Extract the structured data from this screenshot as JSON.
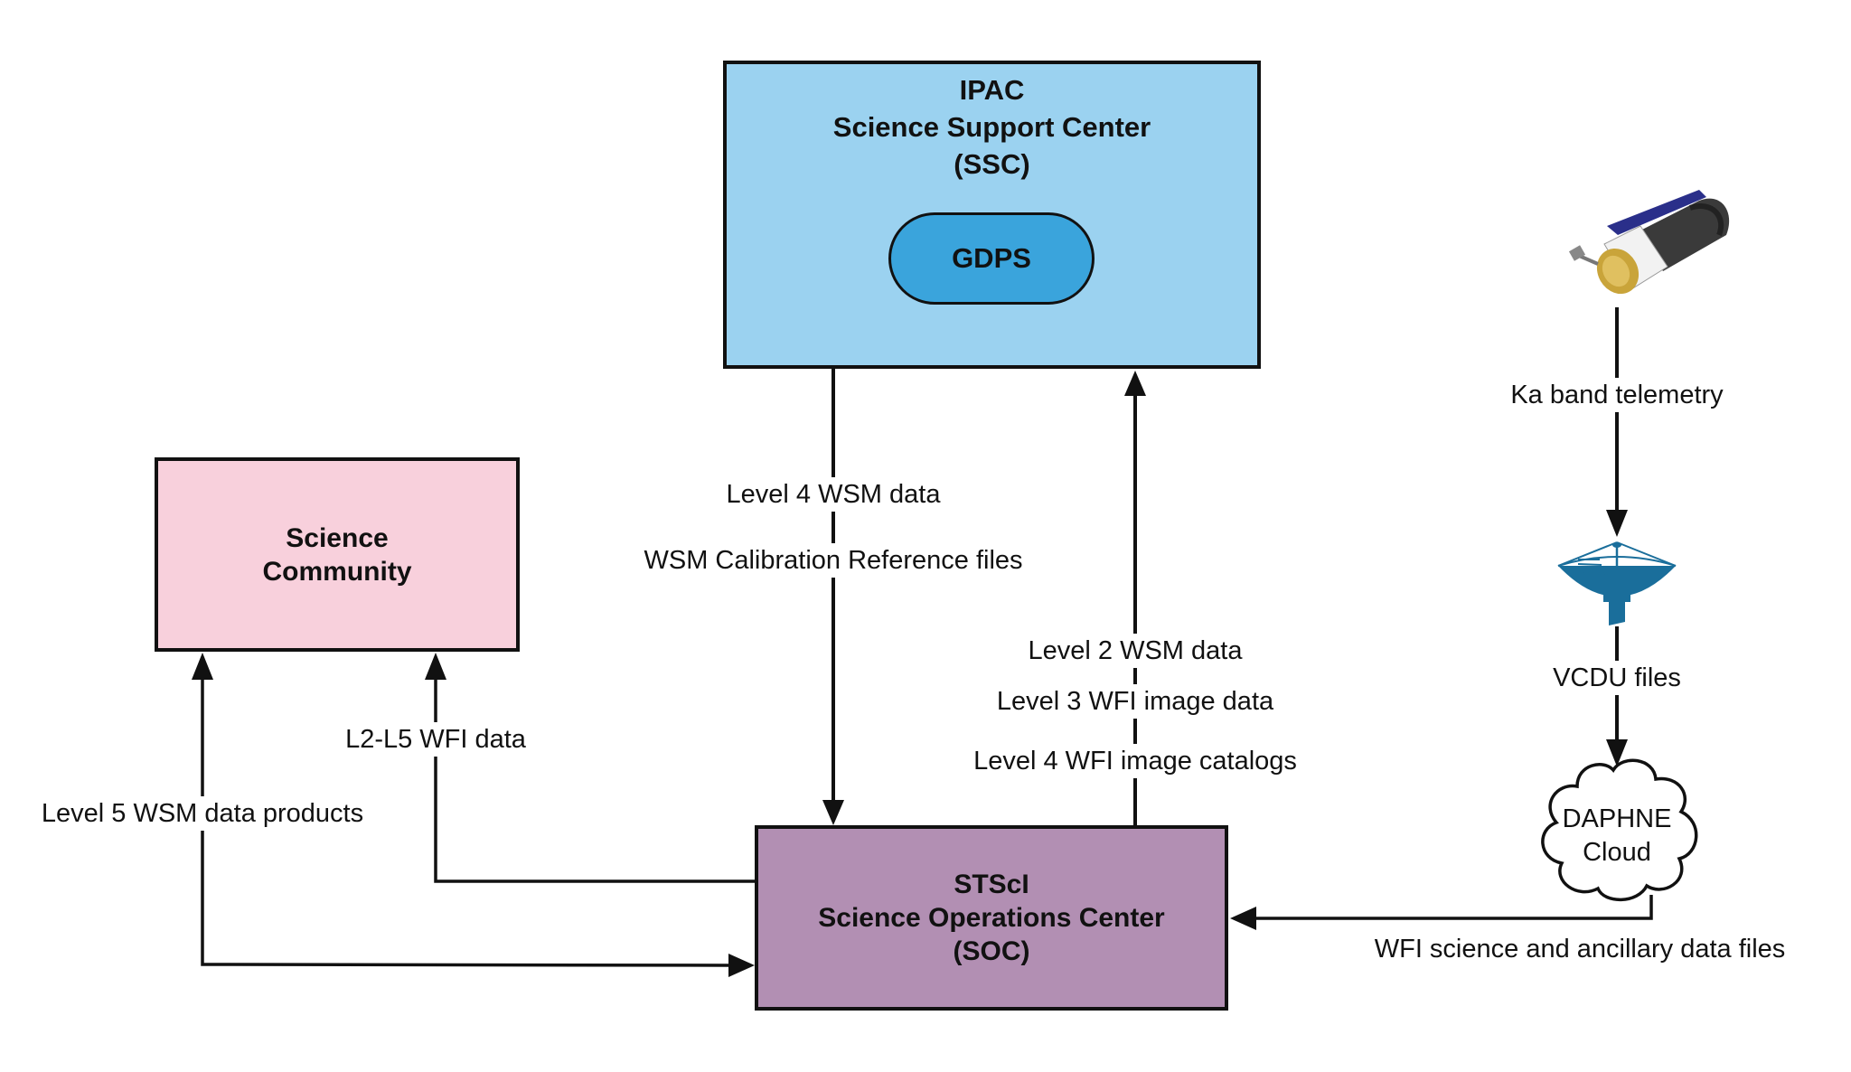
{
  "diagram": {
    "nodes": {
      "ipac": {
        "lines": [
          "IPAC",
          "Science Support Center",
          "(SSC)"
        ],
        "color": "#9bd2f0"
      },
      "gdps": {
        "label": "GDPS",
        "color": "#3aa4dc"
      },
      "community": {
        "lines": [
          "Science",
          "Community"
        ],
        "color": "#f8d0dc"
      },
      "soc": {
        "lines": [
          "STScI",
          "Science Operations Center",
          "(SOC)"
        ],
        "color": "#b28fb3"
      },
      "cloud": {
        "lines": [
          "DAPHNE",
          "Cloud"
        ]
      },
      "spacecraft": {
        "icon": "spacecraft-icon"
      },
      "ground_station": {
        "icon": "satellite-dish-icon"
      }
    },
    "edges": {
      "ipac_to_soc": [
        "Level 4 WSM data",
        "WSM Calibration Reference files"
      ],
      "soc_to_ipac": [
        "Level 2 WSM data",
        "Level 3 WFI image data",
        "Level 4 WFI image catalogs"
      ],
      "soc_to_community_wfi": "L2-L5 WFI data",
      "community_soc_wsm": "Level 5 WSM data products",
      "spacecraft_to_dish": "Ka band telemetry",
      "dish_to_cloud": "VCDU files",
      "cloud_to_soc": "WFI science and ancillary data files"
    }
  }
}
